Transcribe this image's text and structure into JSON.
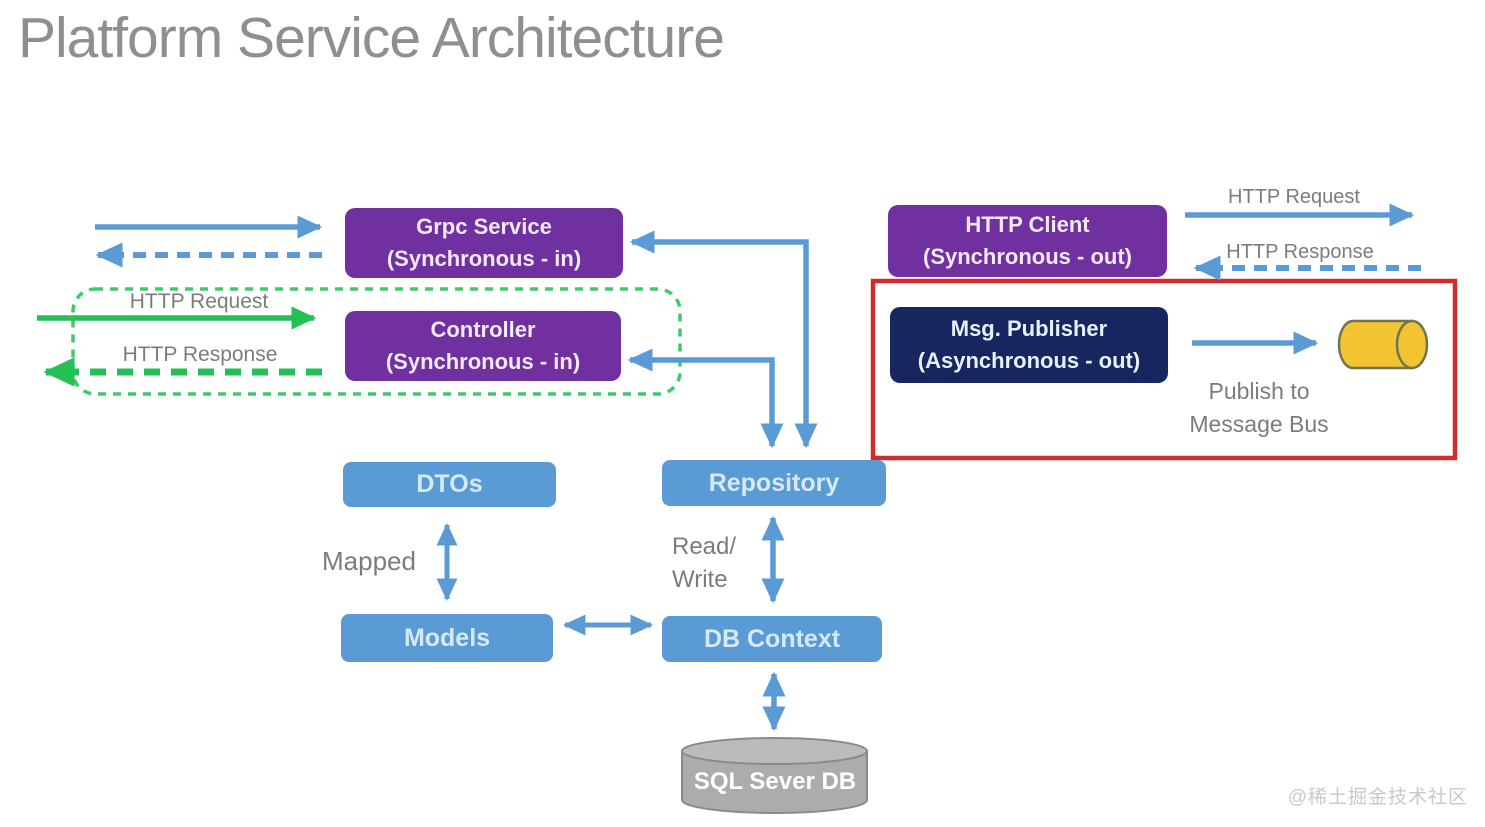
{
  "title": "Platform Service Architecture",
  "watermark": "@稀土掘金技术社区",
  "colors": {
    "purple": "#7030A0",
    "navy": "#17265E",
    "blue": "#5B9BD5",
    "green": "#22C055",
    "green_border": "#3FC96A",
    "red": "#D22B2B",
    "yellow": "#F2C431",
    "db_gray": "#ACACAC",
    "label_gray": "#7C7C7C",
    "title_gray": "#8F8F8F"
  },
  "nodes": {
    "grpc_service": {
      "line1": "Grpc Service",
      "line2": "(Synchronous - in)"
    },
    "controller": {
      "line1": "Controller",
      "line2": "(Synchronous - in)"
    },
    "http_client": {
      "line1": "HTTP Client",
      "line2": "(Synchronous - out)"
    },
    "msg_publisher": {
      "line1": "Msg. Publisher",
      "line2": "(Asynchronous - out)"
    },
    "dtos": {
      "label": "DTOs"
    },
    "repository": {
      "label": "Repository"
    },
    "models": {
      "label": "Models"
    },
    "db_context": {
      "label": "DB Context"
    },
    "sql_db": {
      "label": "SQL Sever DB"
    }
  },
  "labels": {
    "http_request_left": "HTTP Request",
    "http_response_left": "HTTP Response",
    "http_request_right": "HTTP Request",
    "http_response_right": "HTTP Response",
    "publish_line1": "Publish to",
    "publish_line2": "Message Bus",
    "mapped": "Mapped",
    "read_line1": "Read/",
    "read_line2": "Write"
  }
}
